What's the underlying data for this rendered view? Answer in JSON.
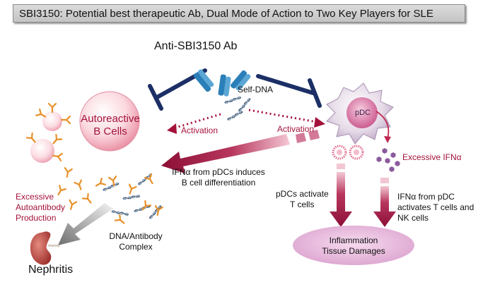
{
  "title": "SBI3150: Potential best therapeutic Ab, Dual Mode of Action to Two Key Players for SLE",
  "antibody_label": "Anti-SBI3150 Ab",
  "self_dna_label": "Self-DNA",
  "b_cell_label_1": "Autoreactive",
  "b_cell_label_2": "B Cells",
  "pdc_label": "pDC",
  "activation_left": "Activation",
  "activation_right": "Activation",
  "ifn_b_cell_1": "IFNα from pDCs induces",
  "ifn_b_cell_2": "B cell differentiation",
  "excessive_ifn": "Excessive IFNα",
  "pdcs_activate_1": "pDCs activate",
  "pdcs_activate_2": "T cells",
  "ifn_pdc_1": "IFNα from pDC",
  "ifn_pdc_2": "activates T cells and",
  "ifn_pdc_3": "NK cells",
  "excessive_auto_1": "Excessive",
  "excessive_auto_2": "Autoantibody",
  "excessive_auto_3": "Production",
  "complex_1": "DNA/Antibody",
  "complex_2": "Complex",
  "inflammation_1": "Inflammation",
  "inflammation_2": "Tissue Damages",
  "nephritis": "Nephritis",
  "colors": {
    "accent_red": "#a4123b",
    "inhibit_navy": "#1c2f66",
    "antibody_blue": "#2a7fb8",
    "antibody_orange": "#e8902a",
    "cell_pink": "#f2a9b5",
    "pdc_lavender": "#d8c8dc",
    "inflammation_pink": "#e9bfe0",
    "gray_arrow": "#8a8a8a"
  }
}
